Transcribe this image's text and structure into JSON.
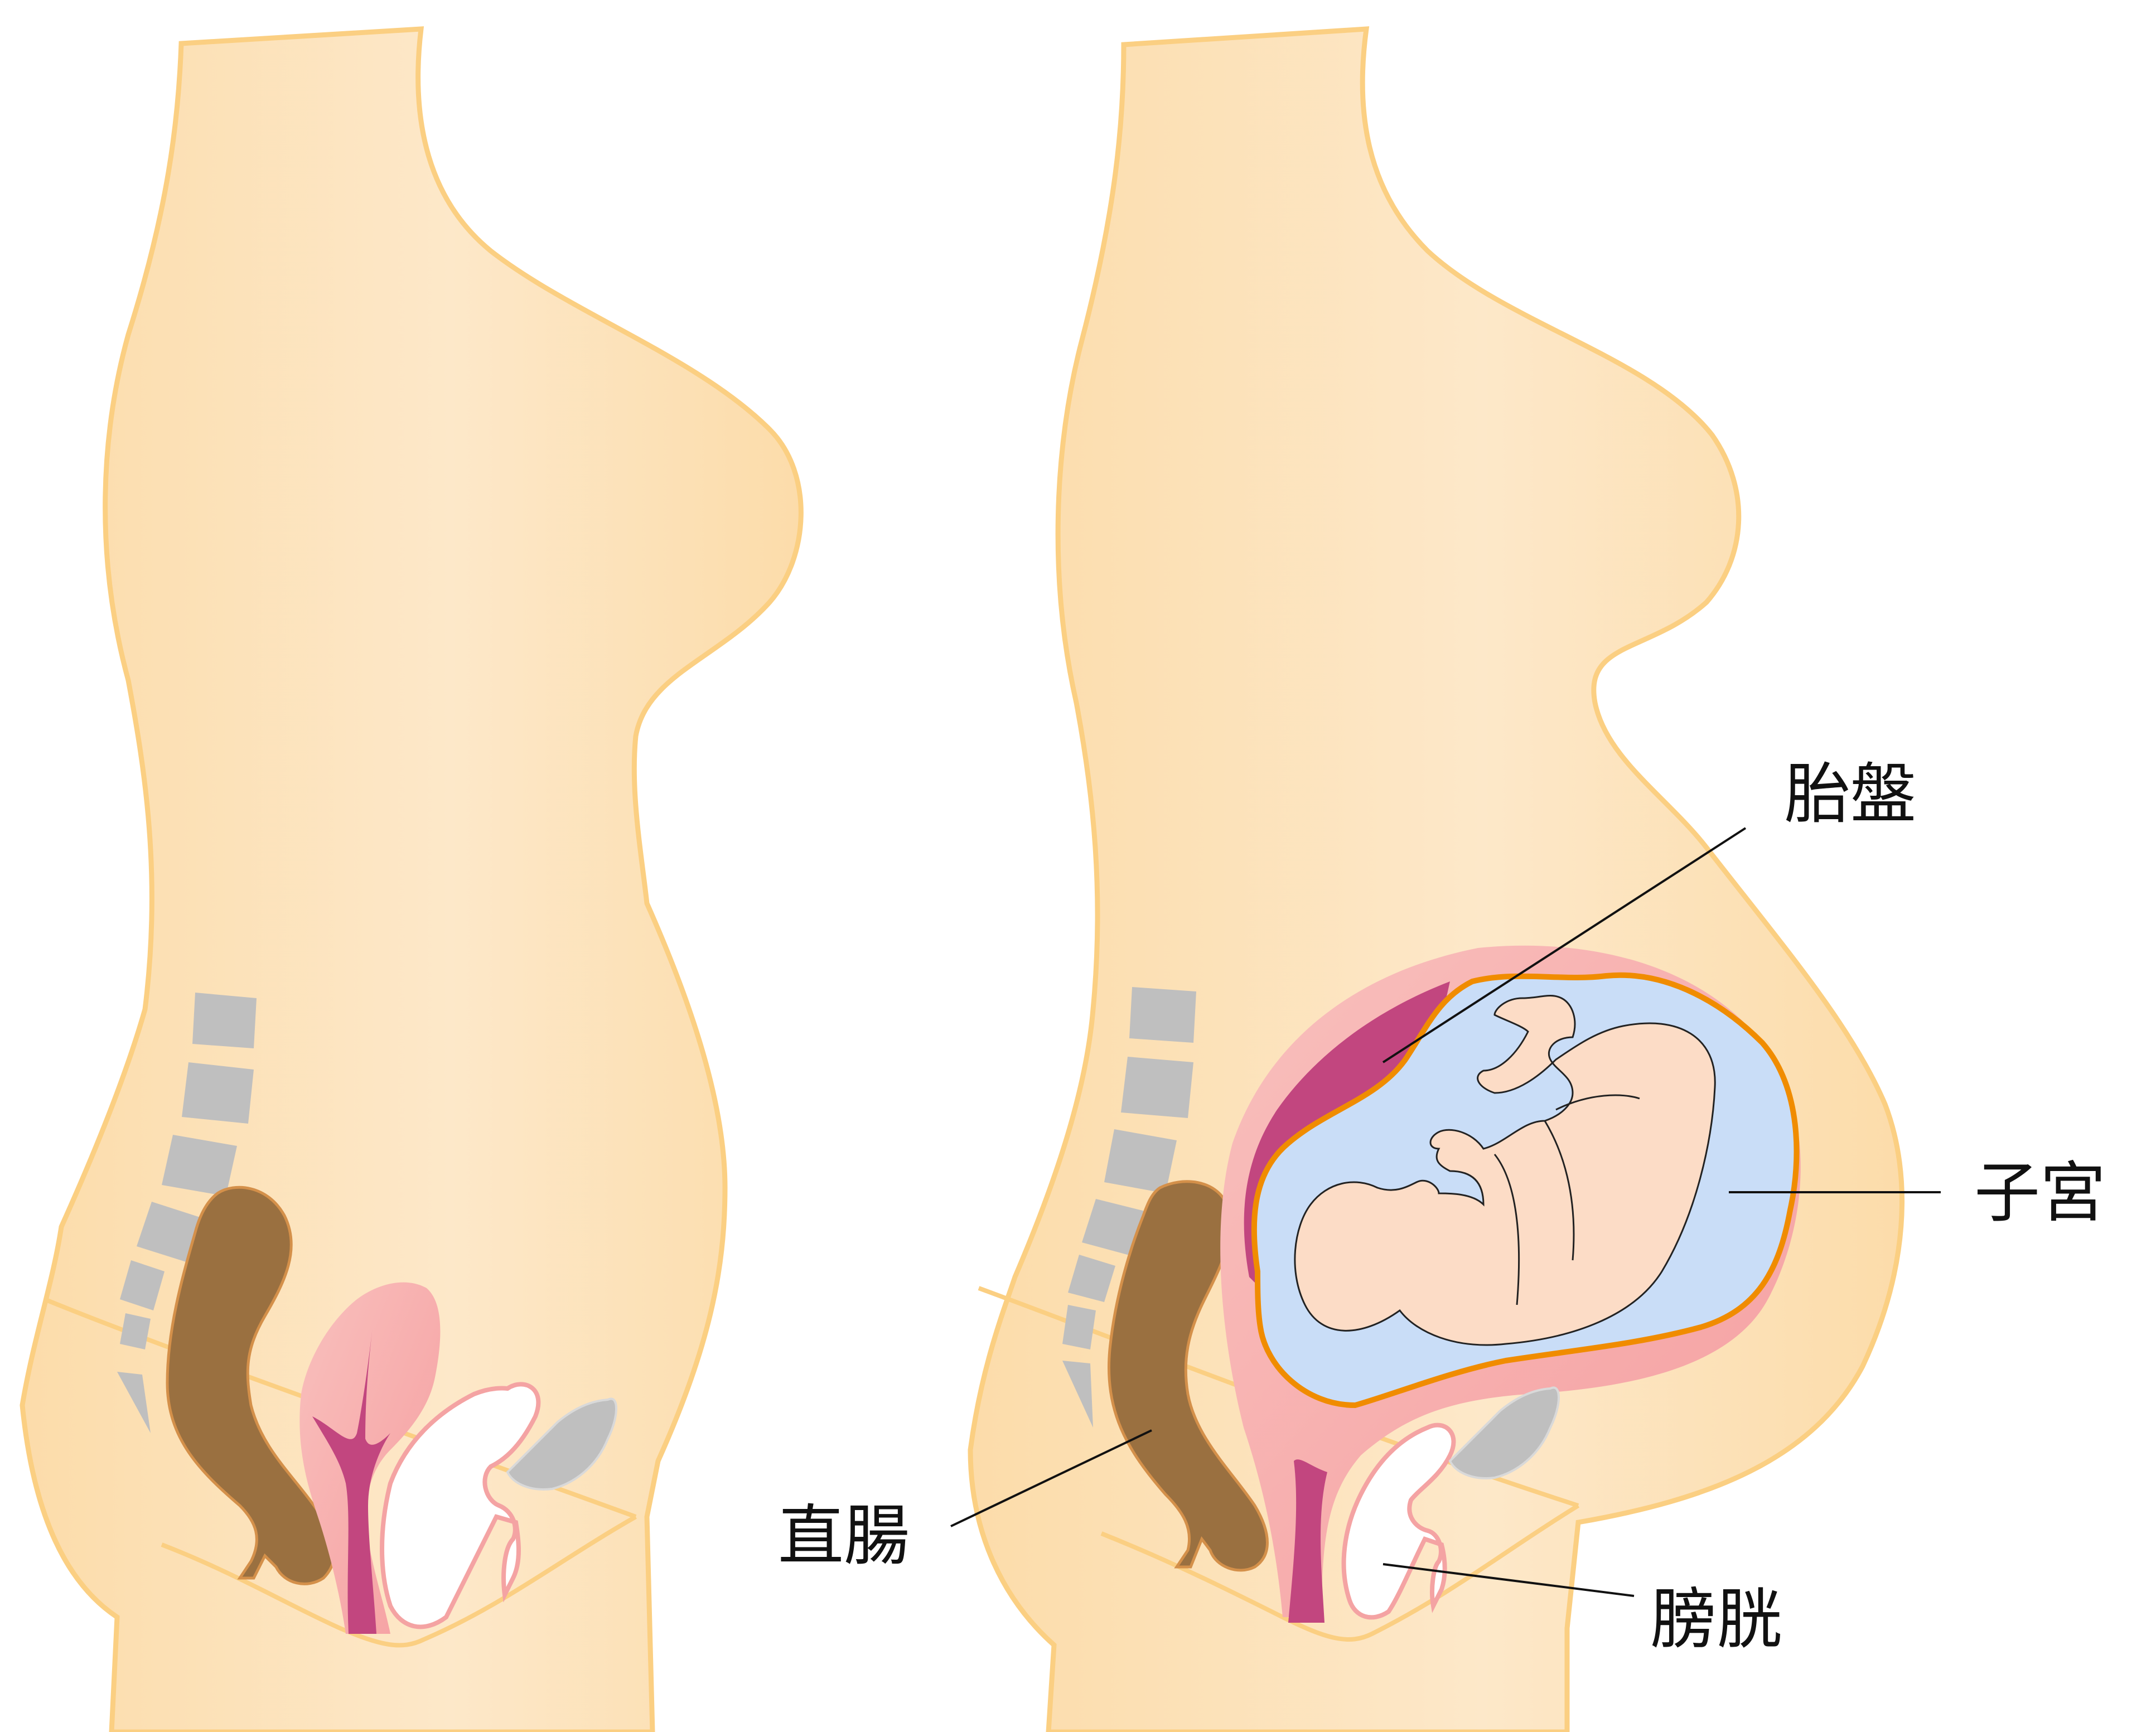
{
  "labels": {
    "placenta": "胎盤",
    "uterus": "子宮",
    "rectum": "直腸",
    "bladder": "膀胱"
  },
  "colors": {
    "skin_fill": "#fcdcaa",
    "skin_outline": "#fbcf82",
    "vertebra": "#bfbfbf",
    "rectum": "#9a7040",
    "uterus_pink": "#f7a9a4",
    "uterus_magenta": "#c2467f",
    "amniotic_fluid": "#c9ddf7",
    "uterine_wall_outline": "#f08c00",
    "fetus_skin": "#fcdcc6",
    "bladder_outline": "#f4a3a3",
    "pubic_bone": "#bfbfbf",
    "leader_line": "#111111"
  }
}
